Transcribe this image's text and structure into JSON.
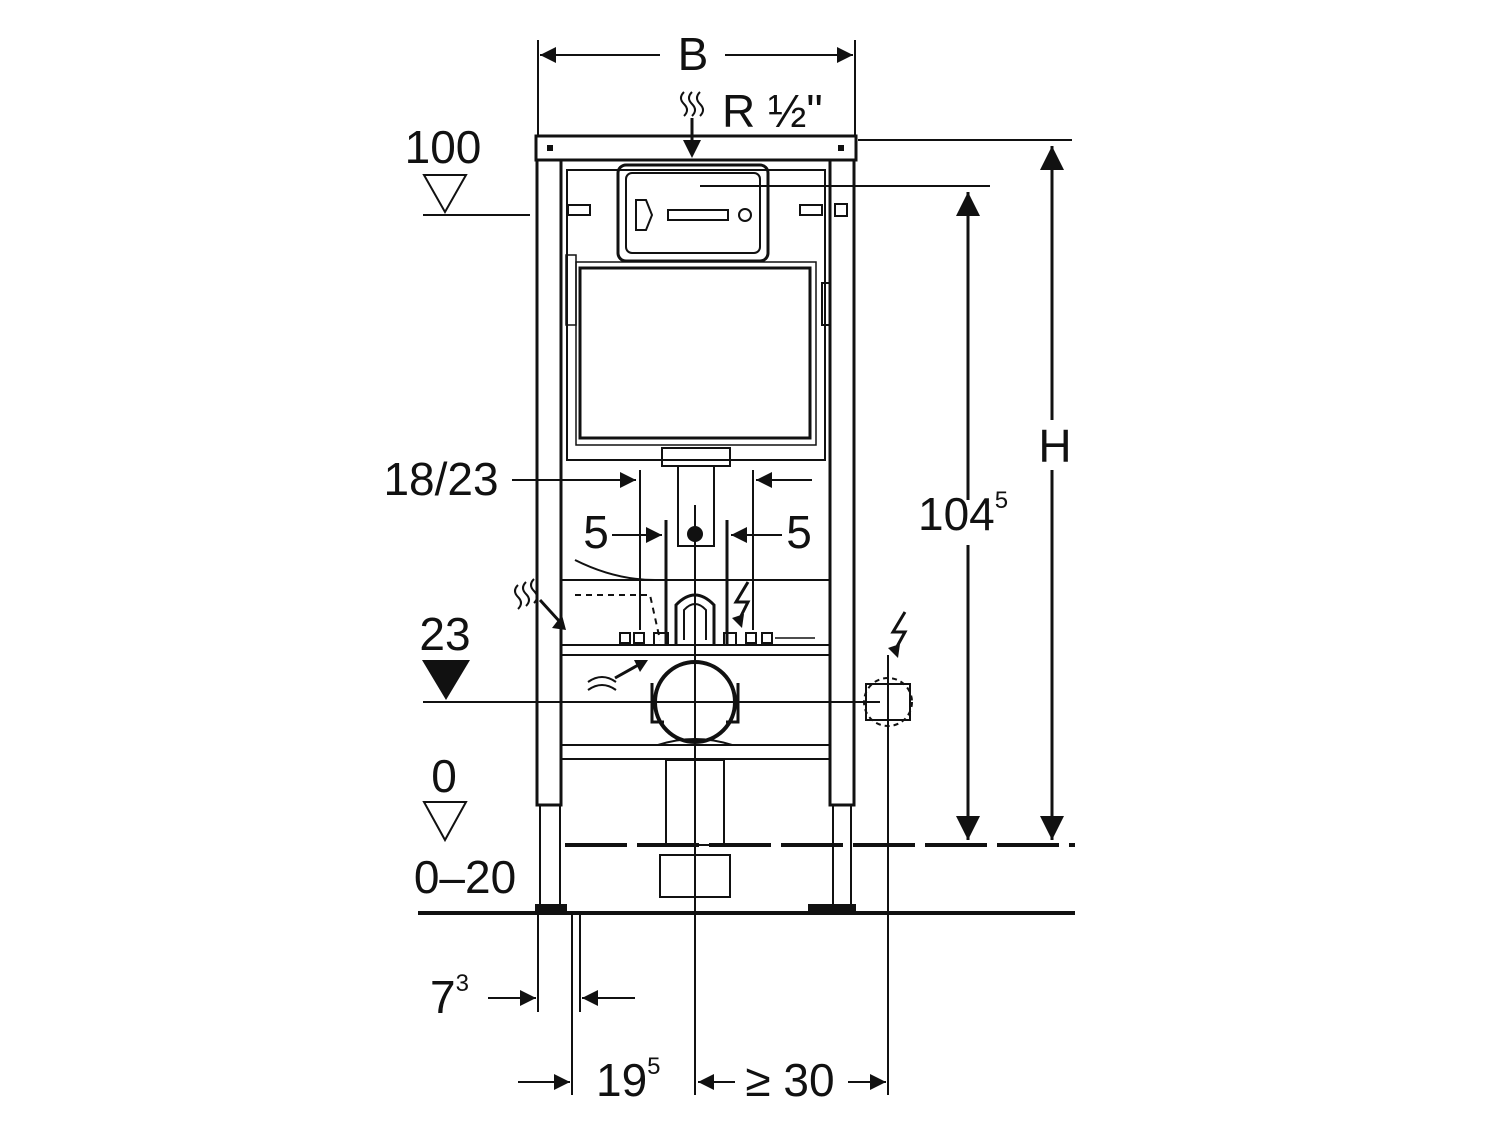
{
  "labels": {
    "width": "B",
    "height": "H",
    "water_connection": "R ½\"",
    "level_100": "100",
    "level_23": "23",
    "level_0": "0",
    "floor_range": "0–20",
    "flush_height_main": "104",
    "flush_height_sup": "5",
    "side_offset": "18/23",
    "left_5": "5",
    "right_5": "5",
    "frame_depth_main": "7",
    "frame_depth_sup": "3",
    "drain_offset_main": "19",
    "drain_offset_sup": "5",
    "power_distance": "≥ 30"
  },
  "icons": [
    "water-supply-icon",
    "electric-icon",
    "drain-icon"
  ],
  "colors": {
    "line": "#111111",
    "background": "#ffffff"
  }
}
